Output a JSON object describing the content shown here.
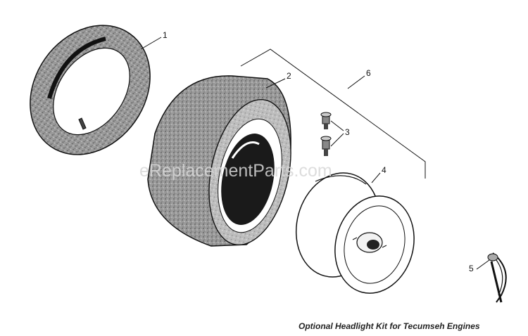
{
  "diagram": {
    "watermark": "eReplacementParts.com",
    "caption": "Optional Headlight Kit for Tecumseh Engines",
    "parts": [
      {
        "number": "1",
        "icon": "inner-tube-icon"
      },
      {
        "number": "2",
        "icon": "tire-icon"
      },
      {
        "number": "3",
        "icon": "valve-stem-icon"
      },
      {
        "number": "4",
        "icon": "wheel-rim-icon"
      },
      {
        "number": "5",
        "icon": "lynch-pin-icon"
      },
      {
        "number": "6",
        "icon": "wheel-assembly-bracket"
      }
    ]
  }
}
